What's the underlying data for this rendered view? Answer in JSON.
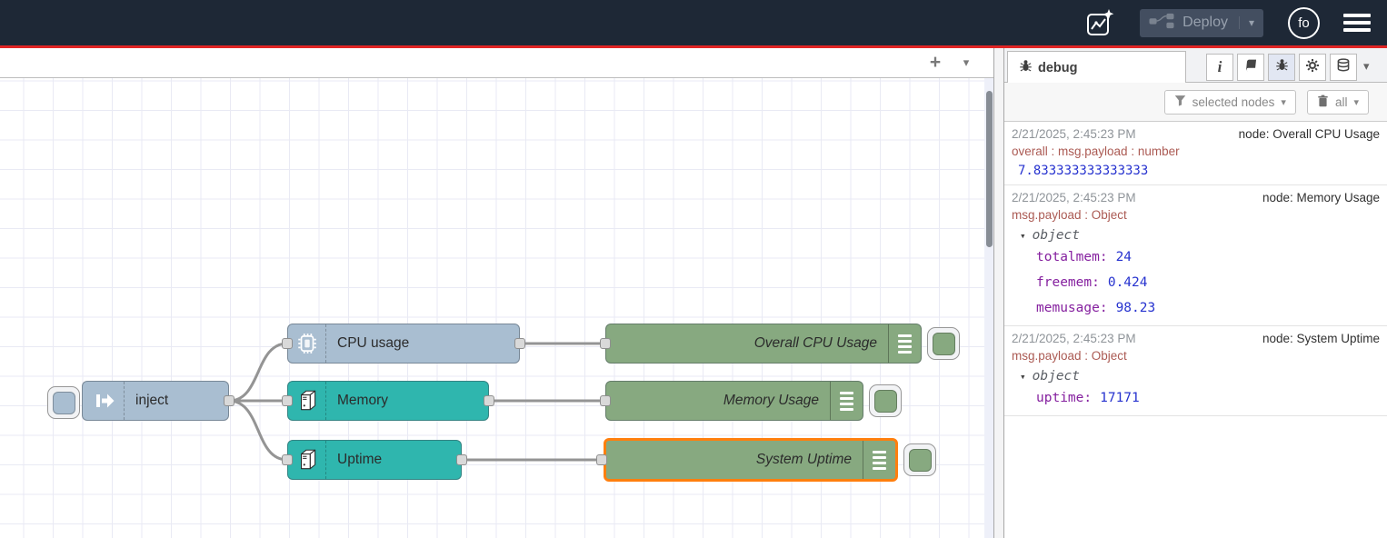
{
  "header": {
    "deploy_label": "Deploy",
    "avatar_text": "fo"
  },
  "glyphs": {
    "caret": "▾",
    "add": "+"
  },
  "canvas": {
    "nodes": {
      "inject": {
        "label": "inject",
        "color": "#a6bbcf"
      },
      "cpu": {
        "label": "CPU usage",
        "color": "#a9bed1"
      },
      "memory": {
        "label": "Memory",
        "color": "#2fb6ae"
      },
      "uptime": {
        "label": "Uptime",
        "color": "#2fb6ae"
      },
      "debug_cpu": {
        "label": "Overall CPU Usage",
        "color": "#87a980"
      },
      "debug_memory": {
        "label": "Memory Usage",
        "color": "#87a980"
      },
      "debug_uptime": {
        "label": "System Uptime",
        "color": "#87a980",
        "selected": true
      }
    },
    "selection_color": "#ff7f0e",
    "wire_color": "#949494",
    "grid_color": "#e9eaf4"
  },
  "sidebar": {
    "tab_label": "debug",
    "filter_label": "selected nodes",
    "clear_label": "all",
    "messages": [
      {
        "timestamp": "2/21/2025, 2:45:23 PM",
        "node": "node: Overall CPU Usage",
        "path": "overall : msg.payload : number",
        "value": "7.833333333333333"
      },
      {
        "timestamp": "2/21/2025, 2:45:23 PM",
        "node": "node: Memory Usage",
        "path": "msg.payload : Object",
        "object_label": "object",
        "props": [
          {
            "key": "totalmem:",
            "value": "24"
          },
          {
            "key": "freemem:",
            "value": "0.424"
          },
          {
            "key": "memusage:",
            "value": "98.23"
          }
        ]
      },
      {
        "timestamp": "2/21/2025, 2:45:23 PM",
        "node": "node: System Uptime",
        "path": "msg.payload : Object",
        "object_label": "object",
        "props": [
          {
            "key": "uptime:",
            "value": "17171"
          }
        ]
      }
    ]
  },
  "colors": {
    "header_bg": "#1e2836",
    "header_accent_line": "#e02424",
    "debug_path_text": "#ab5a53",
    "debug_key_text": "#85209f",
    "debug_value_text": "#2733cf"
  }
}
